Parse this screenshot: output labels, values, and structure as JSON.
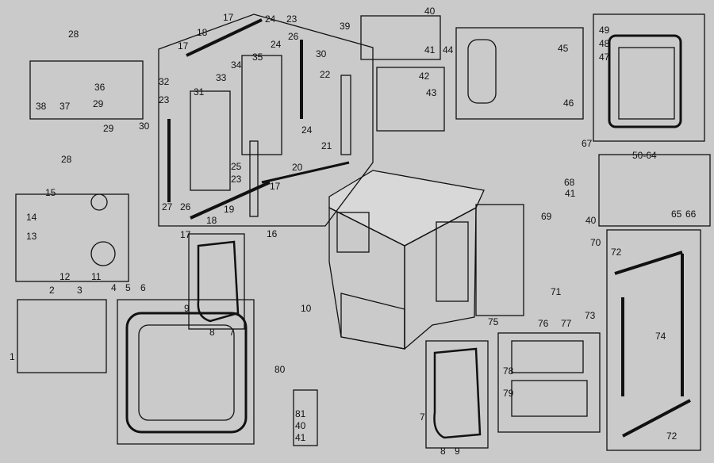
{
  "diagram": {
    "title_ref": "50-64"
  },
  "labels": [
    "1",
    "2",
    "3",
    "4",
    "5",
    "6",
    "7",
    "8",
    "9",
    "10",
    "11",
    "12",
    "13",
    "14",
    "15",
    "16",
    "17",
    "18",
    "19",
    "20",
    "21",
    "22",
    "23",
    "24",
    "25",
    "26",
    "27",
    "28",
    "29",
    "30",
    "31",
    "32",
    "33",
    "34",
    "35",
    "36",
    "37",
    "38",
    "39",
    "40",
    "41",
    "42",
    "43",
    "44",
    "45",
    "46",
    "47",
    "48",
    "49",
    "50-64",
    "65",
    "66",
    "67",
    "68",
    "69",
    "70",
    "71",
    "72",
    "73",
    "74",
    "75",
    "76",
    "77",
    "78",
    "79",
    "80",
    "81"
  ],
  "colors": {
    "background": "#cacaca",
    "ink": "#111111"
  }
}
